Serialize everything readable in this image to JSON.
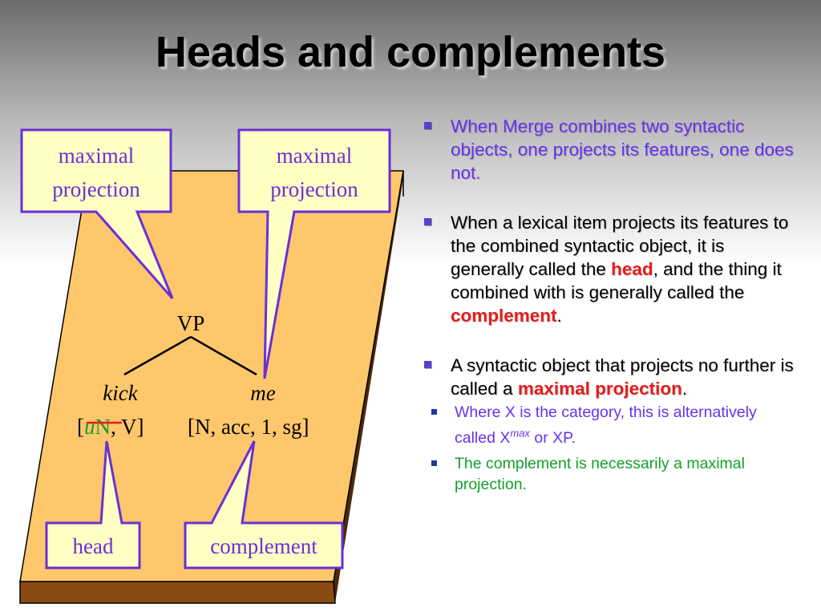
{
  "title": "Heads and complements",
  "diagram": {
    "callouts": {
      "top_left": "maximal projection",
      "top_left_line1": "maximal",
      "top_left_line2": "projection",
      "top_right_line1": "maximal",
      "top_right_line2": "projection",
      "bottom_left": "head",
      "bottom_right": "complement"
    },
    "tree": {
      "root": "VP",
      "left_word": "kick",
      "right_word": "me",
      "left_features_open": "[",
      "left_features_u": "u",
      "left_features_struck": "N",
      "left_features_rest": ", V]",
      "right_features": "[N, acc, 1, sg]"
    }
  },
  "bullets": [
    {
      "text": "When Merge combines two syntactic objects, one projects its features, one does not."
    },
    {
      "parts": [
        "When a lexical item projects its features to the combined syntactic object, it is generally called the ",
        "head",
        ", and the thing it combined with is generally called the ",
        "complement",
        "."
      ]
    },
    {
      "parts": [
        "A syntactic object that projects no further is called a ",
        "maximal projection",
        "."
      ],
      "sub": [
        {
          "parts": [
            "Where X is the category, this is alternatively called X",
            "max",
            " or XP."
          ]
        },
        {
          "text": "The complement is necessarily a maximal projection."
        }
      ]
    }
  ],
  "colors": {
    "panel": "#ffc76b",
    "panel_edge": "#8a4b12",
    "callout_fill": "#ffffc4",
    "callout_border": "#6a2fd9",
    "bullet_purple": "#6633ee",
    "highlight_red": "#e41c1c",
    "sub_green": "#14a02a"
  }
}
